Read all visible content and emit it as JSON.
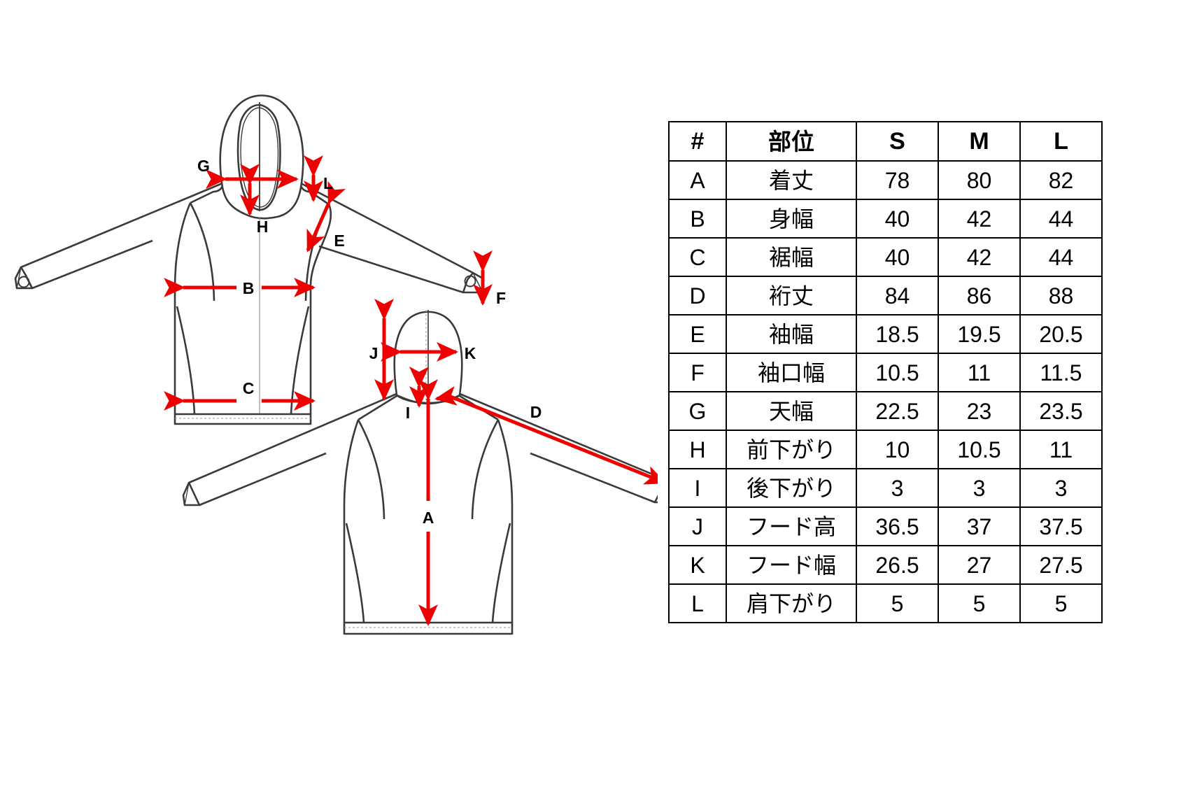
{
  "document": {
    "kind": "garment-size-spec",
    "title_visible": false
  },
  "table": {
    "columns": [
      "#",
      "部位",
      "S",
      "M",
      "L"
    ],
    "rows": [
      {
        "idx": "A",
        "part": "着丈",
        "S": "78",
        "M": "80",
        "L": "82"
      },
      {
        "idx": "B",
        "part": "身幅",
        "S": "40",
        "M": "42",
        "L": "44"
      },
      {
        "idx": "C",
        "part": "裾幅",
        "S": "40",
        "M": "42",
        "L": "44"
      },
      {
        "idx": "D",
        "part": "裄丈",
        "S": "84",
        "M": "86",
        "L": "88"
      },
      {
        "idx": "E",
        "part": "袖幅",
        "S": "18.5",
        "M": "19.5",
        "L": "20.5"
      },
      {
        "idx": "F",
        "part": "袖口幅",
        "S": "10.5",
        "M": "11",
        "L": "11.5"
      },
      {
        "idx": "G",
        "part": "天幅",
        "S": "22.5",
        "M": "23",
        "L": "23.5"
      },
      {
        "idx": "H",
        "part": "前下がり",
        "S": "10",
        "M": "10.5",
        "L": "11"
      },
      {
        "idx": "I",
        "part": "後下がり",
        "S": "3",
        "M": "3",
        "L": "3"
      },
      {
        "idx": "J",
        "part": "フード高",
        "S": "36.5",
        "M": "37",
        "L": "37.5"
      },
      {
        "idx": "K",
        "part": "フード幅",
        "S": "26.5",
        "M": "27",
        "L": "27.5"
      },
      {
        "idx": "L",
        "part": "肩下がり",
        "S": "5",
        "M": "5",
        "L": "5"
      }
    ]
  },
  "diagram": {
    "front_view_labels": [
      {
        "id": "G",
        "text": "G",
        "meaning": "天幅"
      },
      {
        "id": "H",
        "text": "H",
        "meaning": "前下がり"
      },
      {
        "id": "L",
        "text": "L",
        "meaning": "肩下がり"
      },
      {
        "id": "E",
        "text": "E",
        "meaning": "袖幅"
      },
      {
        "id": "B",
        "text": "B",
        "meaning": "身幅"
      },
      {
        "id": "C",
        "text": "C",
        "meaning": "裾幅"
      },
      {
        "id": "F",
        "text": "F",
        "meaning": "袖口幅"
      }
    ],
    "back_view_labels": [
      {
        "id": "J",
        "text": "J",
        "meaning": "フード高"
      },
      {
        "id": "K",
        "text": "K",
        "meaning": "フード幅"
      },
      {
        "id": "I",
        "text": "I",
        "meaning": "後下がり"
      },
      {
        "id": "A",
        "text": "A",
        "meaning": "着丈"
      },
      {
        "id": "D",
        "text": "D",
        "meaning": "裄丈"
      }
    ]
  },
  "colors": {
    "measure_arrow": "#ee0000",
    "garment_outline": "#3a3a3a",
    "table_border": "#000000",
    "text": "#000000",
    "background": "#ffffff"
  }
}
